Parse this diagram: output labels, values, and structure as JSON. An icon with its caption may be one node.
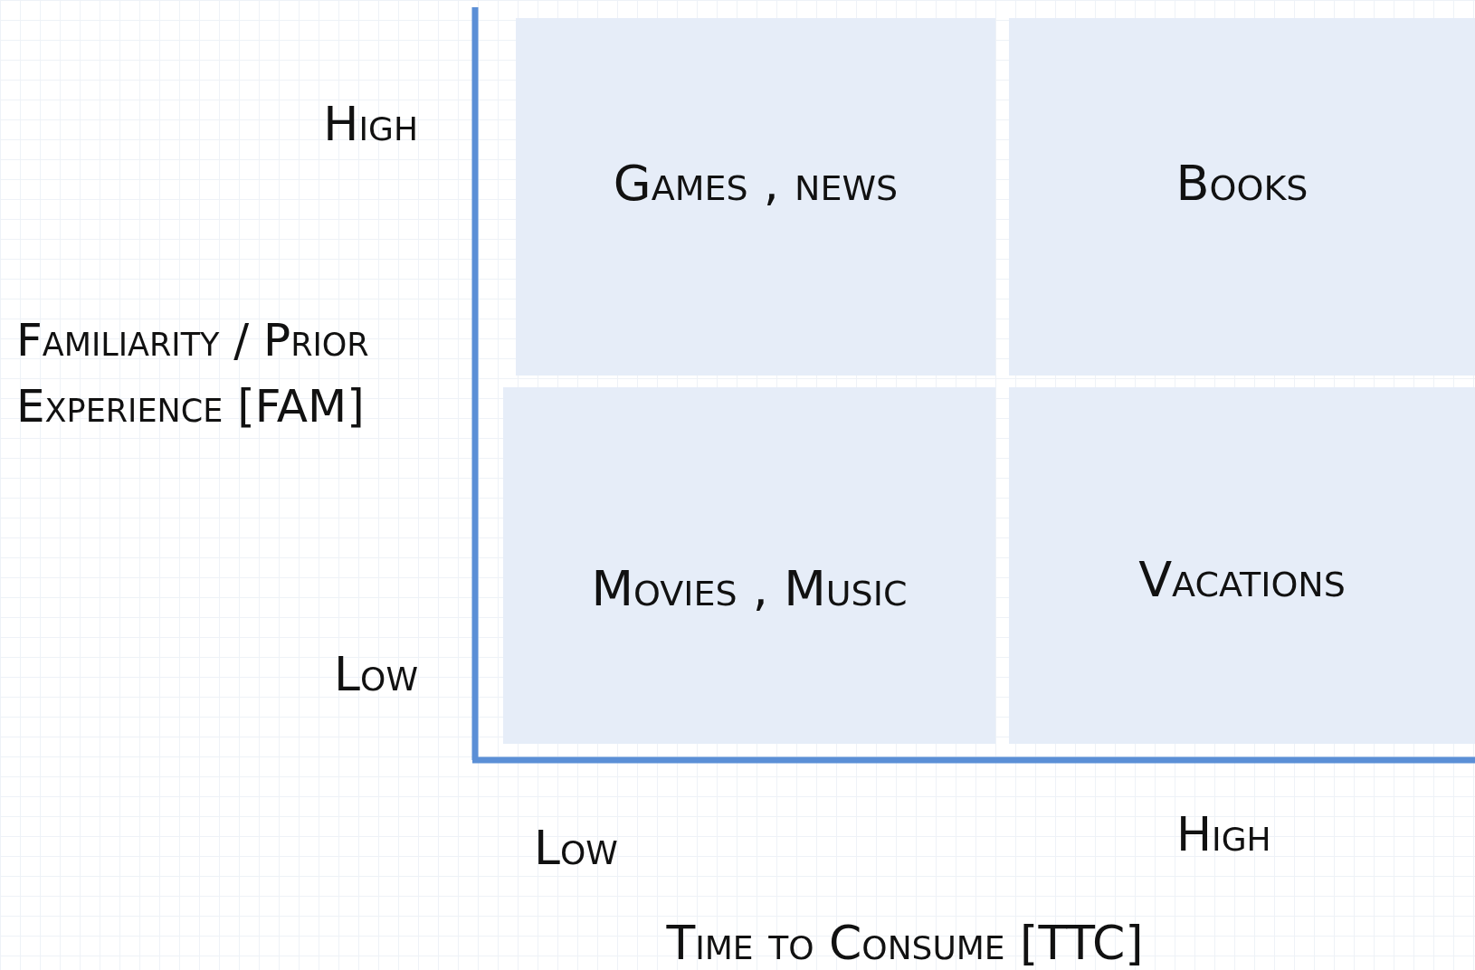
{
  "diagram": {
    "nodes": [
      {
        "text": [
          "Games , news"
        ]
      },
      {
        "text": [
          "Books"
        ]
      },
      {
        "text": [
          "Movies , Music"
        ]
      },
      {
        "text": [
          "Vacations"
        ]
      }
    ],
    "labels": [
      "High",
      "Familiarity / Prior Experience [FAM]",
      "Low",
      "Low",
      "High",
      "Time to Consume [TTC]"
    ]
  }
}
